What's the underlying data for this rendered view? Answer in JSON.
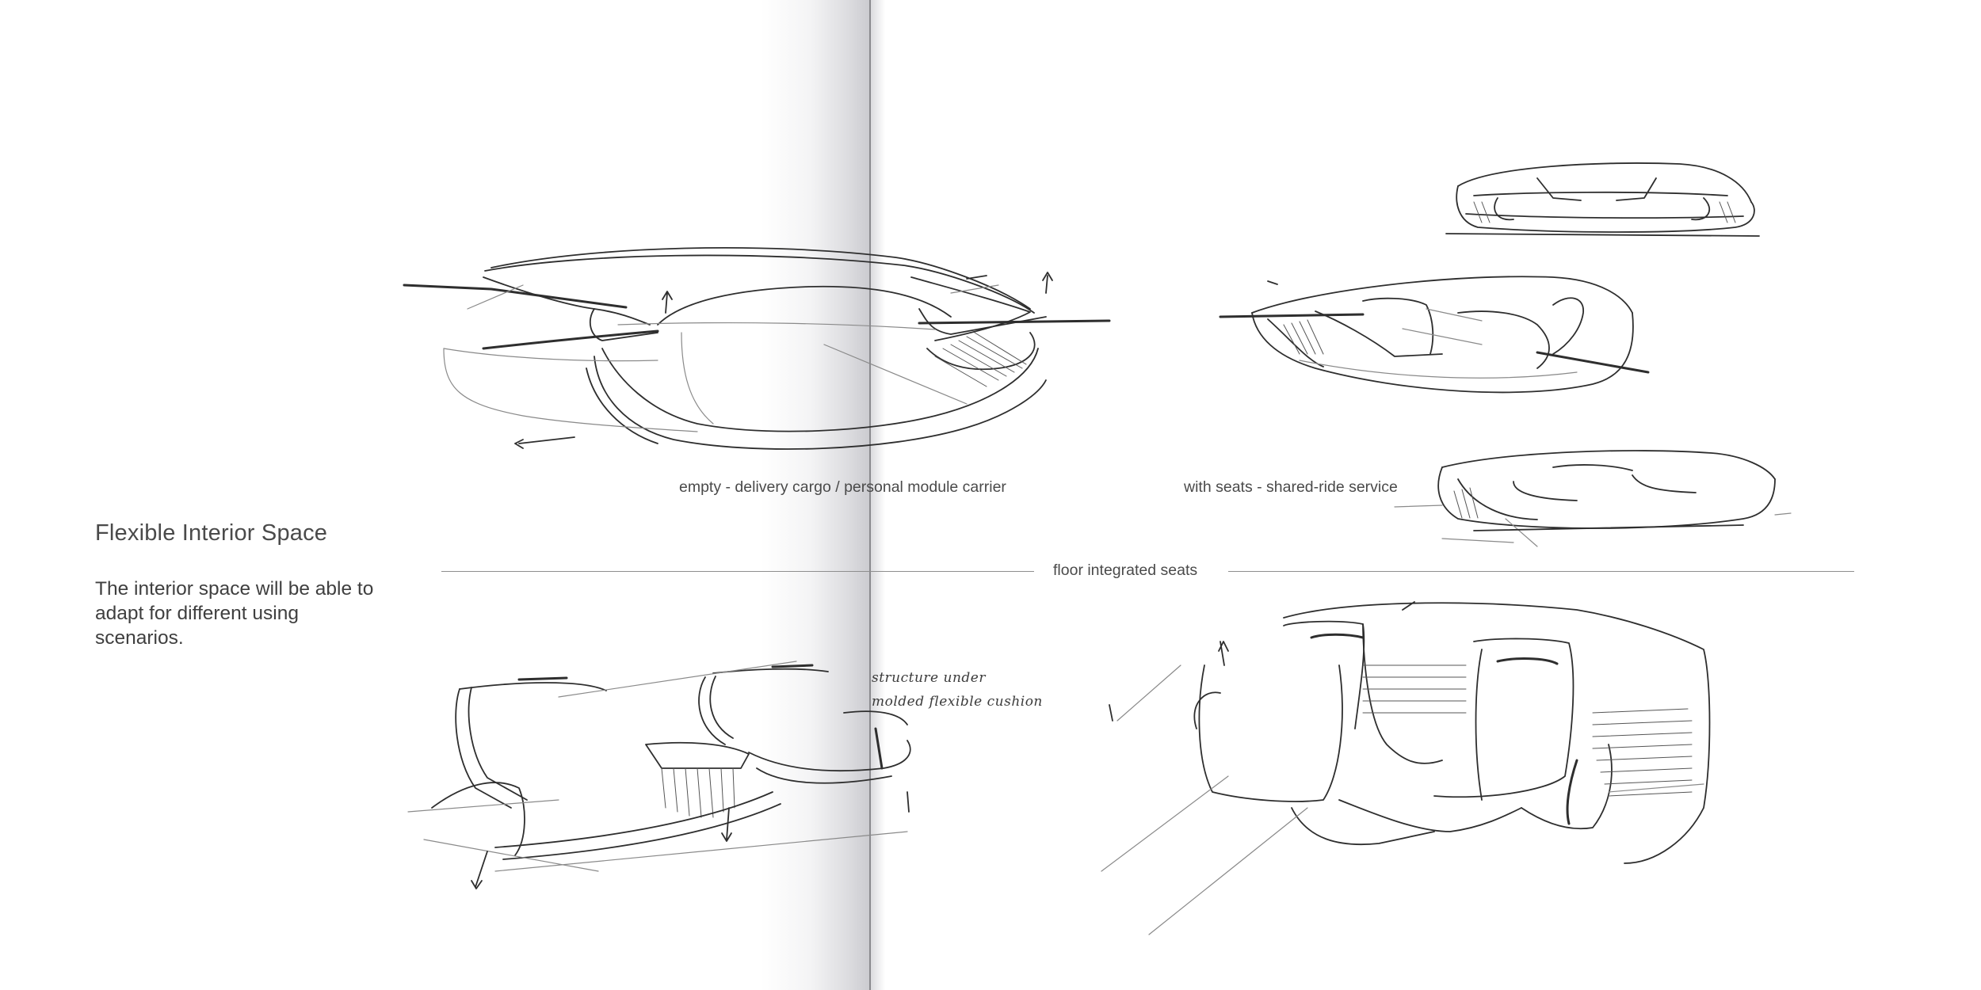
{
  "page": {
    "heading": "Flexible Interior Space",
    "description": "The interior space will be able to adapt for different using scenarios."
  },
  "captions": {
    "empty": "empty - delivery cargo / personal module carrier",
    "seats": "with seats - shared-ride service",
    "floor": "floor integrated seats"
  },
  "handwritten_notes": {
    "line_1": "structure under",
    "line_2": "molded flexible cushion"
  },
  "colors": {
    "ink": "#2e2e2e",
    "text": "#4a4a4a",
    "gutter_shadow": "#c8c8cd",
    "background": "#ffffff"
  }
}
